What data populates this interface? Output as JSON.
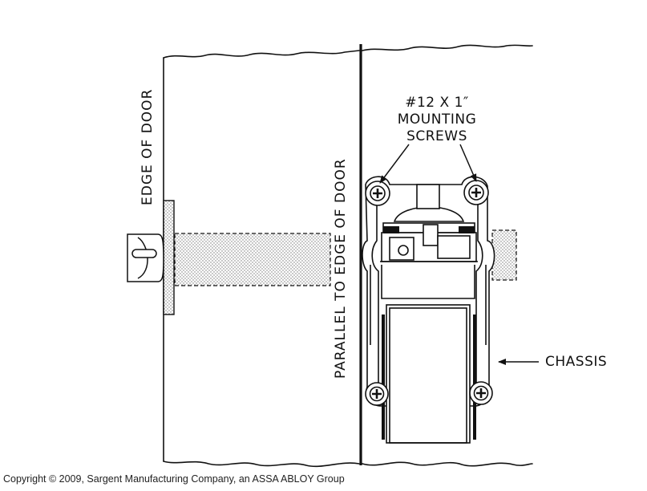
{
  "labels": {
    "screw_size": "#12 X 1″",
    "mounting": "MOUNTING",
    "screws": "SCREWS",
    "chassis": "CHASSIS",
    "edge_of_door": "EDGE OF DOOR",
    "parallel": "PARALLEL TO EDGE OF DOOR"
  },
  "copyright": "Copyright © 2009, Sargent Manufacturing Company, an ASSA ABLOY Group",
  "colors": {
    "line": "#111111",
    "shading": "#c9c9c9"
  }
}
